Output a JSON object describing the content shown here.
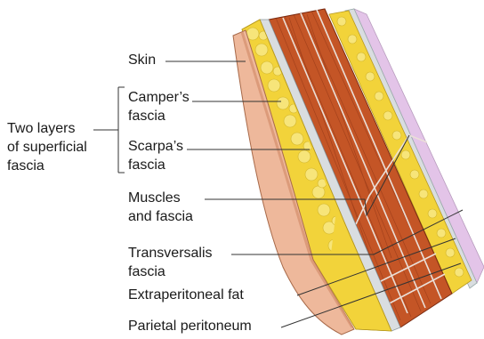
{
  "labels": {
    "skin": "Skin",
    "campers_line1": "Camper’s",
    "campers_line2": "fascia",
    "scarpas_line1": "Scarpa’s",
    "scarpas_line2": "fascia",
    "two_layers_line1": "Two layers",
    "two_layers_line2": "of superficial",
    "two_layers_line3": "fascia",
    "muscles_line1": "Muscles",
    "muscles_line2": "and fascia",
    "transversalis_line1": "Transversalis",
    "transversalis_line2": "fascia",
    "extraperitoneal_fat": "Extraperitoneal fat",
    "parietal_peritoneum": "Parietal peritoneum"
  },
  "colors": {
    "skin": "#eeb89b",
    "skin_side": "#e6a888",
    "fat": "#f2d33a",
    "fat_blob": "#f7e57a",
    "muscle": "#c45526",
    "muscle_dark": "#8f3515",
    "fascia": "#d9dde0",
    "peritoneum": "#e3c4e8",
    "leader": "#333333"
  }
}
